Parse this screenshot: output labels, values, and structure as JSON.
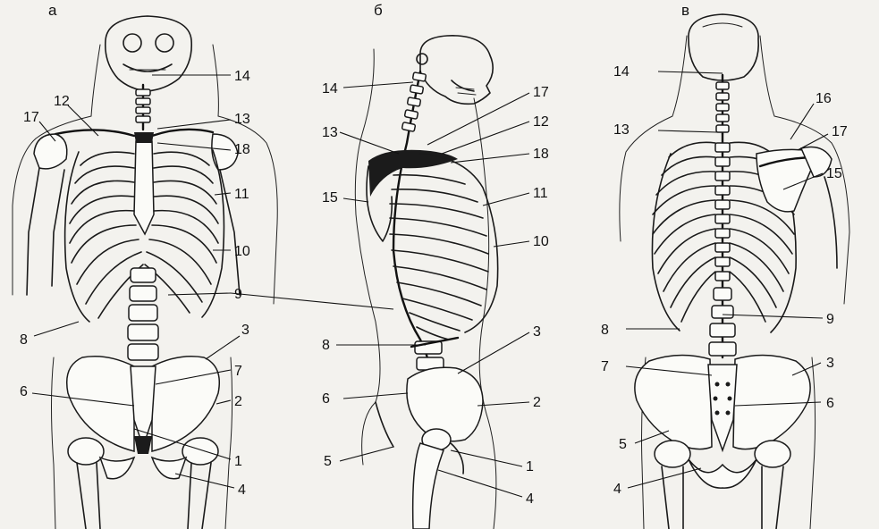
{
  "figure": {
    "panels": [
      {
        "id": "front",
        "letter": "а",
        "callouts": [
          {
            "number": "14"
          },
          {
            "number": "12"
          },
          {
            "number": "17"
          },
          {
            "number": "13"
          },
          {
            "number": "18"
          },
          {
            "number": "11"
          },
          {
            "number": "10"
          },
          {
            "number": "9"
          },
          {
            "number": "8"
          },
          {
            "number": "3"
          },
          {
            "number": "7"
          },
          {
            "number": "6"
          },
          {
            "number": "2"
          },
          {
            "number": "1"
          },
          {
            "number": "4"
          }
        ]
      },
      {
        "id": "side",
        "letter": "б",
        "callouts": [
          {
            "number": "14"
          },
          {
            "number": "17"
          },
          {
            "number": "13"
          },
          {
            "number": "12"
          },
          {
            "number": "18"
          },
          {
            "number": "15"
          },
          {
            "number": "11"
          },
          {
            "number": "10"
          },
          {
            "number": "8"
          },
          {
            "number": "3"
          },
          {
            "number": "6"
          },
          {
            "number": "2"
          },
          {
            "number": "5"
          },
          {
            "number": "1"
          },
          {
            "number": "4"
          }
        ]
      },
      {
        "id": "back",
        "letter": "в",
        "callouts": [
          {
            "number": "14"
          },
          {
            "number": "16"
          },
          {
            "number": "13"
          },
          {
            "number": "17"
          },
          {
            "number": "15"
          },
          {
            "number": "8"
          },
          {
            "number": "9"
          },
          {
            "number": "7"
          },
          {
            "number": "3"
          },
          {
            "number": "6"
          },
          {
            "number": "5"
          },
          {
            "number": "4"
          }
        ]
      }
    ]
  }
}
